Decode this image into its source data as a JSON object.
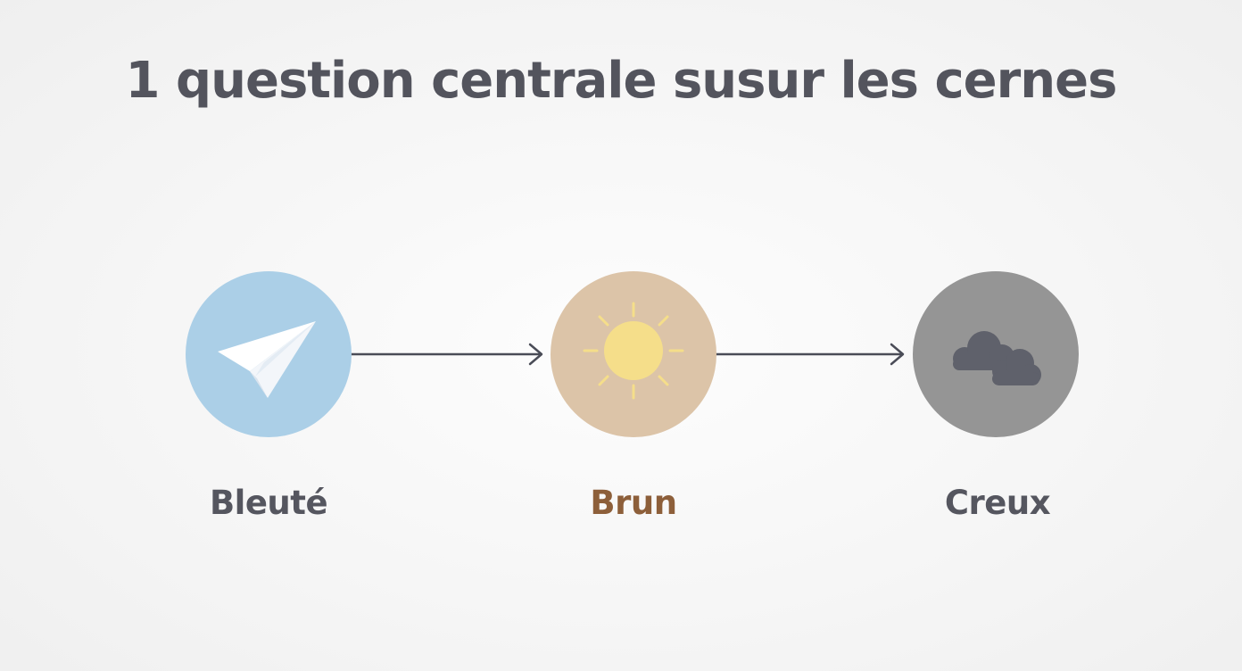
{
  "title": "1 question centrale susur les cernes",
  "stages": [
    {
      "label": "Bleuté",
      "icon": "paper-plane-icon",
      "circle_color": "#abcfe7",
      "label_color": "#55565f"
    },
    {
      "label": "Brun",
      "icon": "sun-icon",
      "circle_color": "#dcc4a8",
      "label_color": "#8d5f3a"
    },
    {
      "label": "Creux",
      "icon": "cloud-icon",
      "circle_color": "#959595",
      "label_color": "#55565f"
    }
  ],
  "colors": {
    "title": "#53545d",
    "arrow": "#4a4c57",
    "sun": "#f5de8a",
    "cloud": "#5f616b"
  }
}
